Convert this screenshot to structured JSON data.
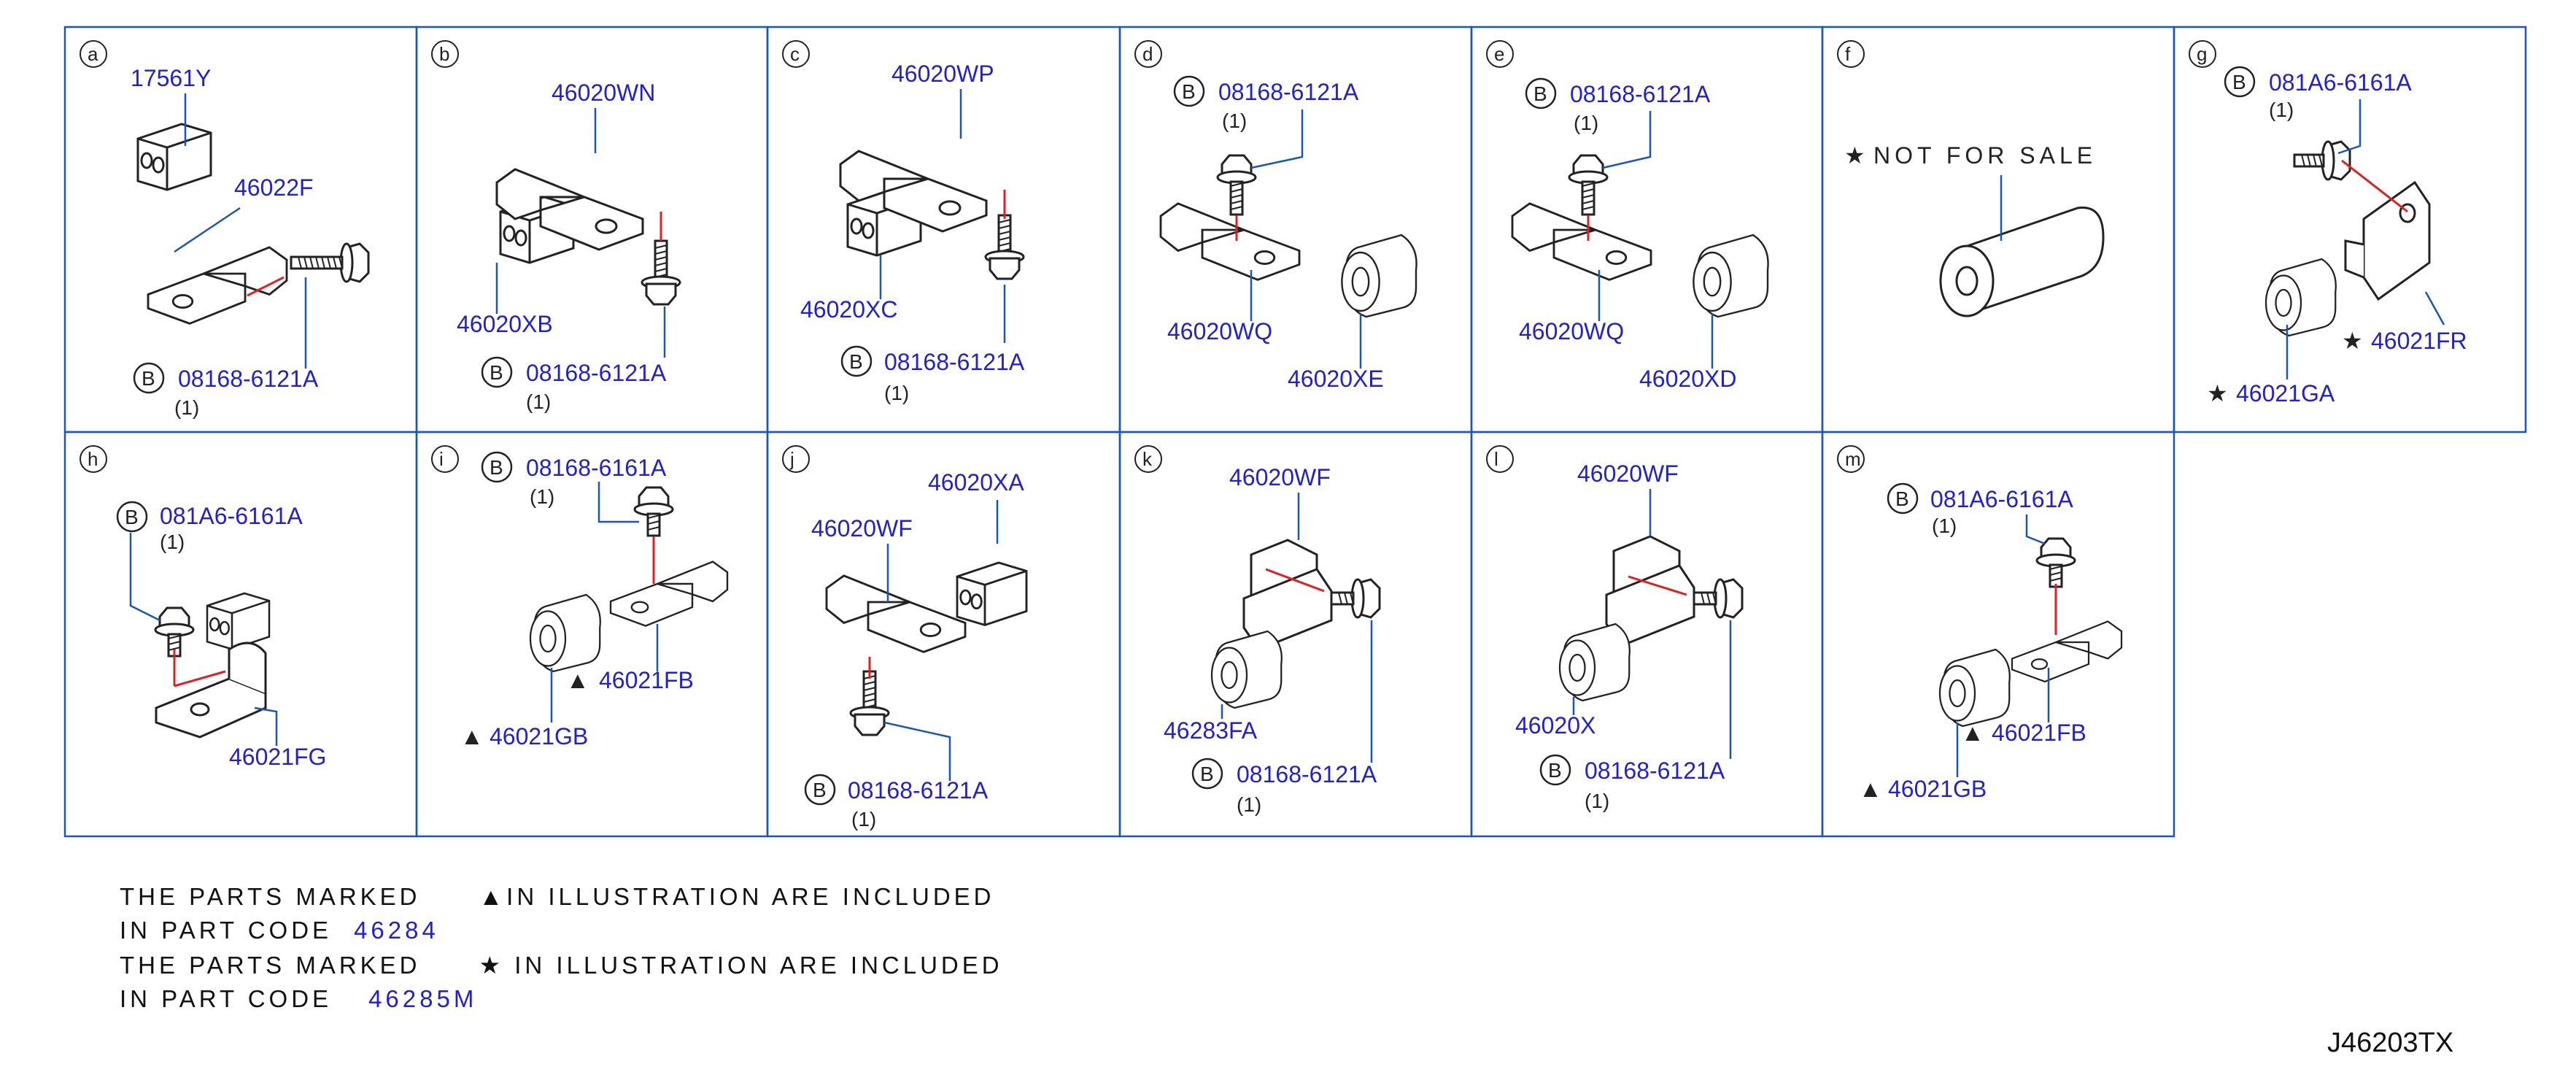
{
  "colors": {
    "frame": "#1a56b8",
    "part_label": "#1f1fd6",
    "ink": "#222222",
    "leader": "#1a56b8",
    "alignment": "#e02020"
  },
  "panels": [
    {
      "letter": "a",
      "labels": [
        "17561Y",
        "46022F",
        "08168-6121A"
      ],
      "bolt_marker": "B",
      "qty": "(1)"
    },
    {
      "letter": "b",
      "labels": [
        "46020WN",
        "46020XB",
        "08168-6121A"
      ],
      "bolt_marker": "B",
      "qty": "(1)"
    },
    {
      "letter": "c",
      "labels": [
        "46020WP",
        "46020XC",
        "08168-6121A"
      ],
      "bolt_marker": "B",
      "qty": "(1)"
    },
    {
      "letter": "d",
      "labels": [
        "08168-6121A",
        "46020WQ",
        "46020XE"
      ],
      "bolt_marker": "B",
      "qty": "(1)"
    },
    {
      "letter": "e",
      "labels": [
        "08168-6121A",
        "46020WQ",
        "46020XD"
      ],
      "bolt_marker": "B",
      "qty": "(1)"
    },
    {
      "letter": "f",
      "note": "NOT FOR SALE"
    },
    {
      "letter": "g",
      "labels": [
        "081A6-6161A",
        "46021FR",
        "46021GA"
      ],
      "bolt_marker": "B",
      "qty": "(1)"
    },
    {
      "letter": "h",
      "labels": [
        "081A6-6161A",
        "46021FG"
      ],
      "bolt_marker": "B",
      "qty": "(1)"
    },
    {
      "letter": "i",
      "labels": [
        "08168-6161A",
        "46021FB",
        "46021GB"
      ],
      "bolt_marker": "B",
      "qty": "(1)"
    },
    {
      "letter": "j",
      "labels": [
        "46020XA",
        "46020WF",
        "08168-6121A"
      ],
      "bolt_marker": "B",
      "qty": "(1)"
    },
    {
      "letter": "k",
      "labels": [
        "46020WF",
        "46283FA",
        "08168-6121A"
      ],
      "bolt_marker": "B",
      "qty": "(1)"
    },
    {
      "letter": "l",
      "labels": [
        "46020WF",
        "46020X",
        "08168-6121A"
      ],
      "bolt_marker": "B",
      "qty": "(1)"
    },
    {
      "letter": "m",
      "labels": [
        "081A6-6161A",
        "46021FB",
        "46021GB"
      ],
      "bolt_marker": "B",
      "qty": "(1)"
    }
  ],
  "footnotes": {
    "line1_pre": "THE PARTS MARKED",
    "line1_post": "IN ILLUSTRATION ARE INCLUDED",
    "line2_pre": "IN PART CODE",
    "line2_code": "46284",
    "line3_pre": "THE PARTS MARKED",
    "line3_post": "IN ILLUSTRATION ARE INCLUDED",
    "line4_pre": "IN PART CODE",
    "line4_code": "46285M"
  },
  "diagram_id": "J46203TX"
}
